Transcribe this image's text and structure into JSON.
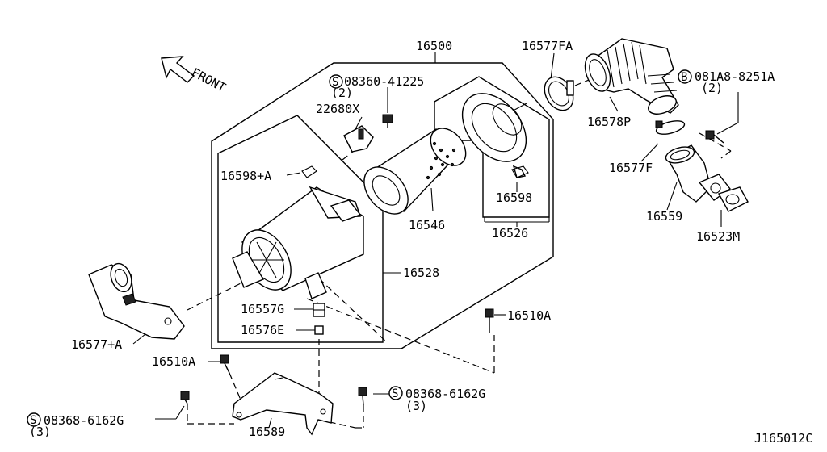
{
  "diagram": {
    "direction_label": "FRONT",
    "drawing_code": "J165012C",
    "parts": {
      "p16500": "16500",
      "p16577FA": "16577FA",
      "b_code": "081A8-8251A",
      "b_qty": "(2)",
      "s_top_code": "08360-41225",
      "s_top_qty": "(2)",
      "p22680X": "22680X",
      "p16578P": "16578P",
      "p16577F": "16577F",
      "p16598A": "16598+A",
      "p16598": "16598",
      "p16559": "16559",
      "p16546": "16546",
      "p16523M": "16523M",
      "p16526": "16526",
      "p16528": "16528",
      "p16557G": "16557G",
      "p16510A_right": "16510A",
      "p16576E": "16576E",
      "p16577A": "16577+A",
      "p16510A_left": "16510A",
      "s_left_code": "08368-6162G",
      "s_left_qty": "(3)",
      "s_right_code": "08368-6162G",
      "s_right_qty": "(3)",
      "p16589": "16589"
    },
    "symbols": {
      "screw": "S",
      "bolt": "B"
    }
  }
}
